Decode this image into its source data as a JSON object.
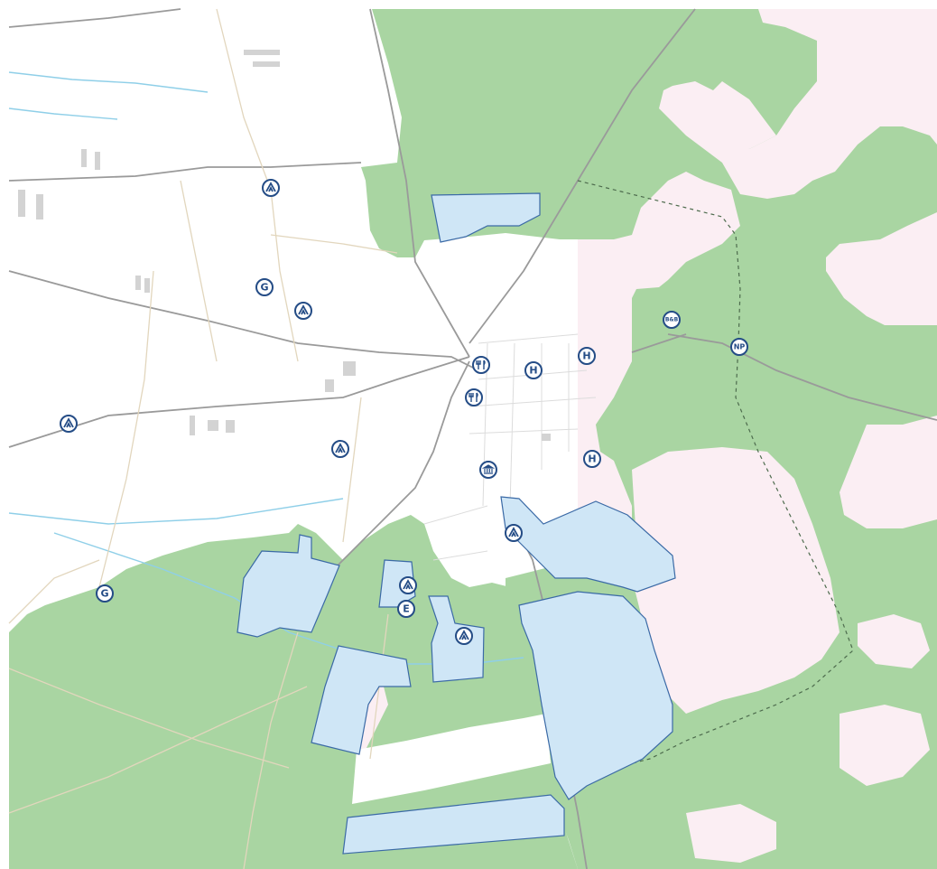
{
  "map": {
    "colors": {
      "forest": "#a9d5a2",
      "heath": "#fbeef3",
      "settlement": "#ffffff",
      "holiday_area": "#cfe6f6",
      "holiday_area_outline": "#3b6aa6",
      "road": "#9a9a9a",
      "track": "#e2d6bd",
      "water": "#8fcfe8",
      "boundary": "#4d6b4d",
      "marker": "#244c86"
    },
    "markers": [
      {
        "id": "camp-north",
        "type": "camping",
        "label": "",
        "icon": "tent-icon"
      },
      {
        "id": "golf-north",
        "type": "golf",
        "label": "G",
        "icon": ""
      },
      {
        "id": "camp-mid",
        "type": "camping",
        "label": "",
        "icon": "tent-icon"
      },
      {
        "id": "camp-west",
        "type": "camping",
        "label": "",
        "icon": "tent-icon"
      },
      {
        "id": "camp-center",
        "type": "camping",
        "label": "",
        "icon": "tent-icon"
      },
      {
        "id": "golf-southwest",
        "type": "golf",
        "label": "G",
        "icon": ""
      },
      {
        "id": "restaurant-1",
        "type": "restaurant",
        "label": "",
        "icon": "cutlery-icon"
      },
      {
        "id": "restaurant-2",
        "type": "restaurant",
        "label": "",
        "icon": "cutlery-icon"
      },
      {
        "id": "hotel-1",
        "type": "hotel",
        "label": "H",
        "icon": ""
      },
      {
        "id": "hotel-2",
        "type": "hotel",
        "label": "H",
        "icon": ""
      },
      {
        "id": "hotel-3",
        "type": "hotel",
        "label": "H",
        "icon": ""
      },
      {
        "id": "museum",
        "type": "museum",
        "label": "",
        "icon": "museum-icon"
      },
      {
        "id": "bnb",
        "type": "bnb",
        "label": "B&B",
        "icon": ""
      },
      {
        "id": "national-park",
        "type": "national-park",
        "label": "NP",
        "icon": ""
      },
      {
        "id": "camp-southeast",
        "type": "camping",
        "label": "",
        "icon": "tent-icon"
      },
      {
        "id": "camp-south-1",
        "type": "camping",
        "label": "",
        "icon": "tent-icon"
      },
      {
        "id": "e-station",
        "type": "e-station",
        "label": "E",
        "icon": ""
      },
      {
        "id": "camp-south-2",
        "type": "camping",
        "label": "",
        "icon": "tent-icon"
      }
    ]
  }
}
